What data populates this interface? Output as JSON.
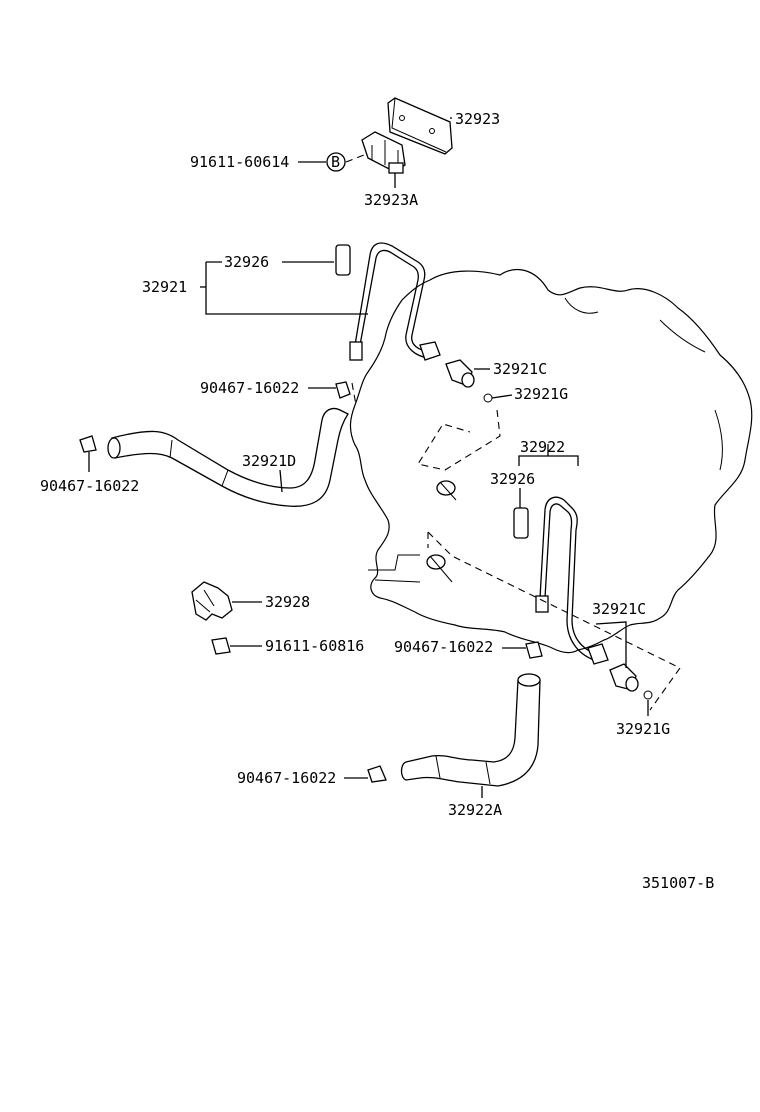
{
  "labels": {
    "p32923": "32923",
    "p91611_60614": "91611-60614",
    "circle_b": "B",
    "p32923A": "32923A",
    "p32926_top": "32926",
    "p32921": "32921",
    "p32921C_top": "32921C",
    "p90467_top": "90467-16022",
    "p32921G_top": "32921G",
    "p90467_left": "90467-16022",
    "p32921D": "32921D",
    "p32922": "32922",
    "p32926_mid": "32926",
    "p32928": "32928",
    "p91611_60816": "91611-60816",
    "p32921C_right": "32921C",
    "p90467_mid": "90467-16022",
    "p32921G_bottom": "32921G",
    "p90467_bottom": "90467-16022",
    "p32922A": "32922A",
    "figure_code": "351007-B"
  }
}
